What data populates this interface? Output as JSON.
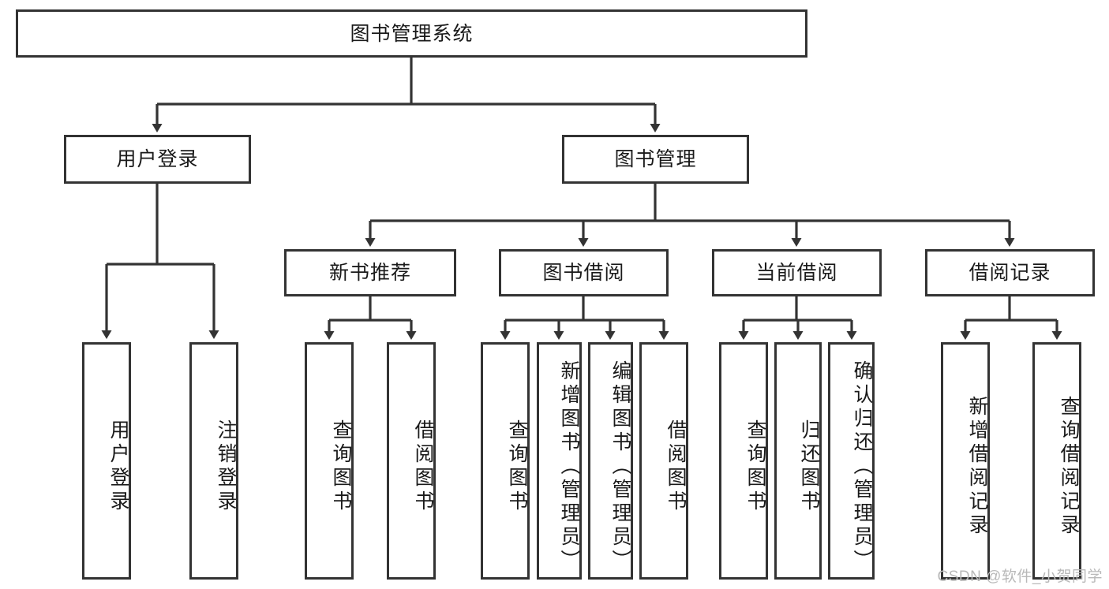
{
  "diagram": {
    "title_node": {
      "label": "图书管理系统"
    },
    "level2": [
      {
        "label": "用户登录"
      },
      {
        "label": "图书管理"
      }
    ],
    "level3": [
      {
        "label": "新书推荐"
      },
      {
        "label": "图书借阅"
      },
      {
        "label": "当前借阅"
      },
      {
        "label": "借阅记录"
      }
    ],
    "leaves": {
      "user_login": [
        {
          "label": "用户登录"
        },
        {
          "label": "注销登录"
        }
      ],
      "new_book_recommend": [
        {
          "label": "查询图书"
        },
        {
          "label": "借阅图书"
        }
      ],
      "book_borrow": [
        {
          "label": "查询图书"
        },
        {
          "label": "新增图书（管理员）"
        },
        {
          "label": "编辑图书（管理员）"
        },
        {
          "label": "借阅图书"
        }
      ],
      "current_borrow": [
        {
          "label": "查询图书"
        },
        {
          "label": "归还图书"
        },
        {
          "label": "确认归还（管理员）"
        }
      ],
      "borrow_record": [
        {
          "label": "新增借阅记录"
        },
        {
          "label": "查询借阅记录"
        }
      ]
    }
  },
  "watermark": {
    "text": "CSDN @软件_小贺同学"
  },
  "colors": {
    "border": "#333333",
    "background": "#ffffff",
    "text": "#1a1a1a",
    "watermark": "#b9b9b9"
  }
}
